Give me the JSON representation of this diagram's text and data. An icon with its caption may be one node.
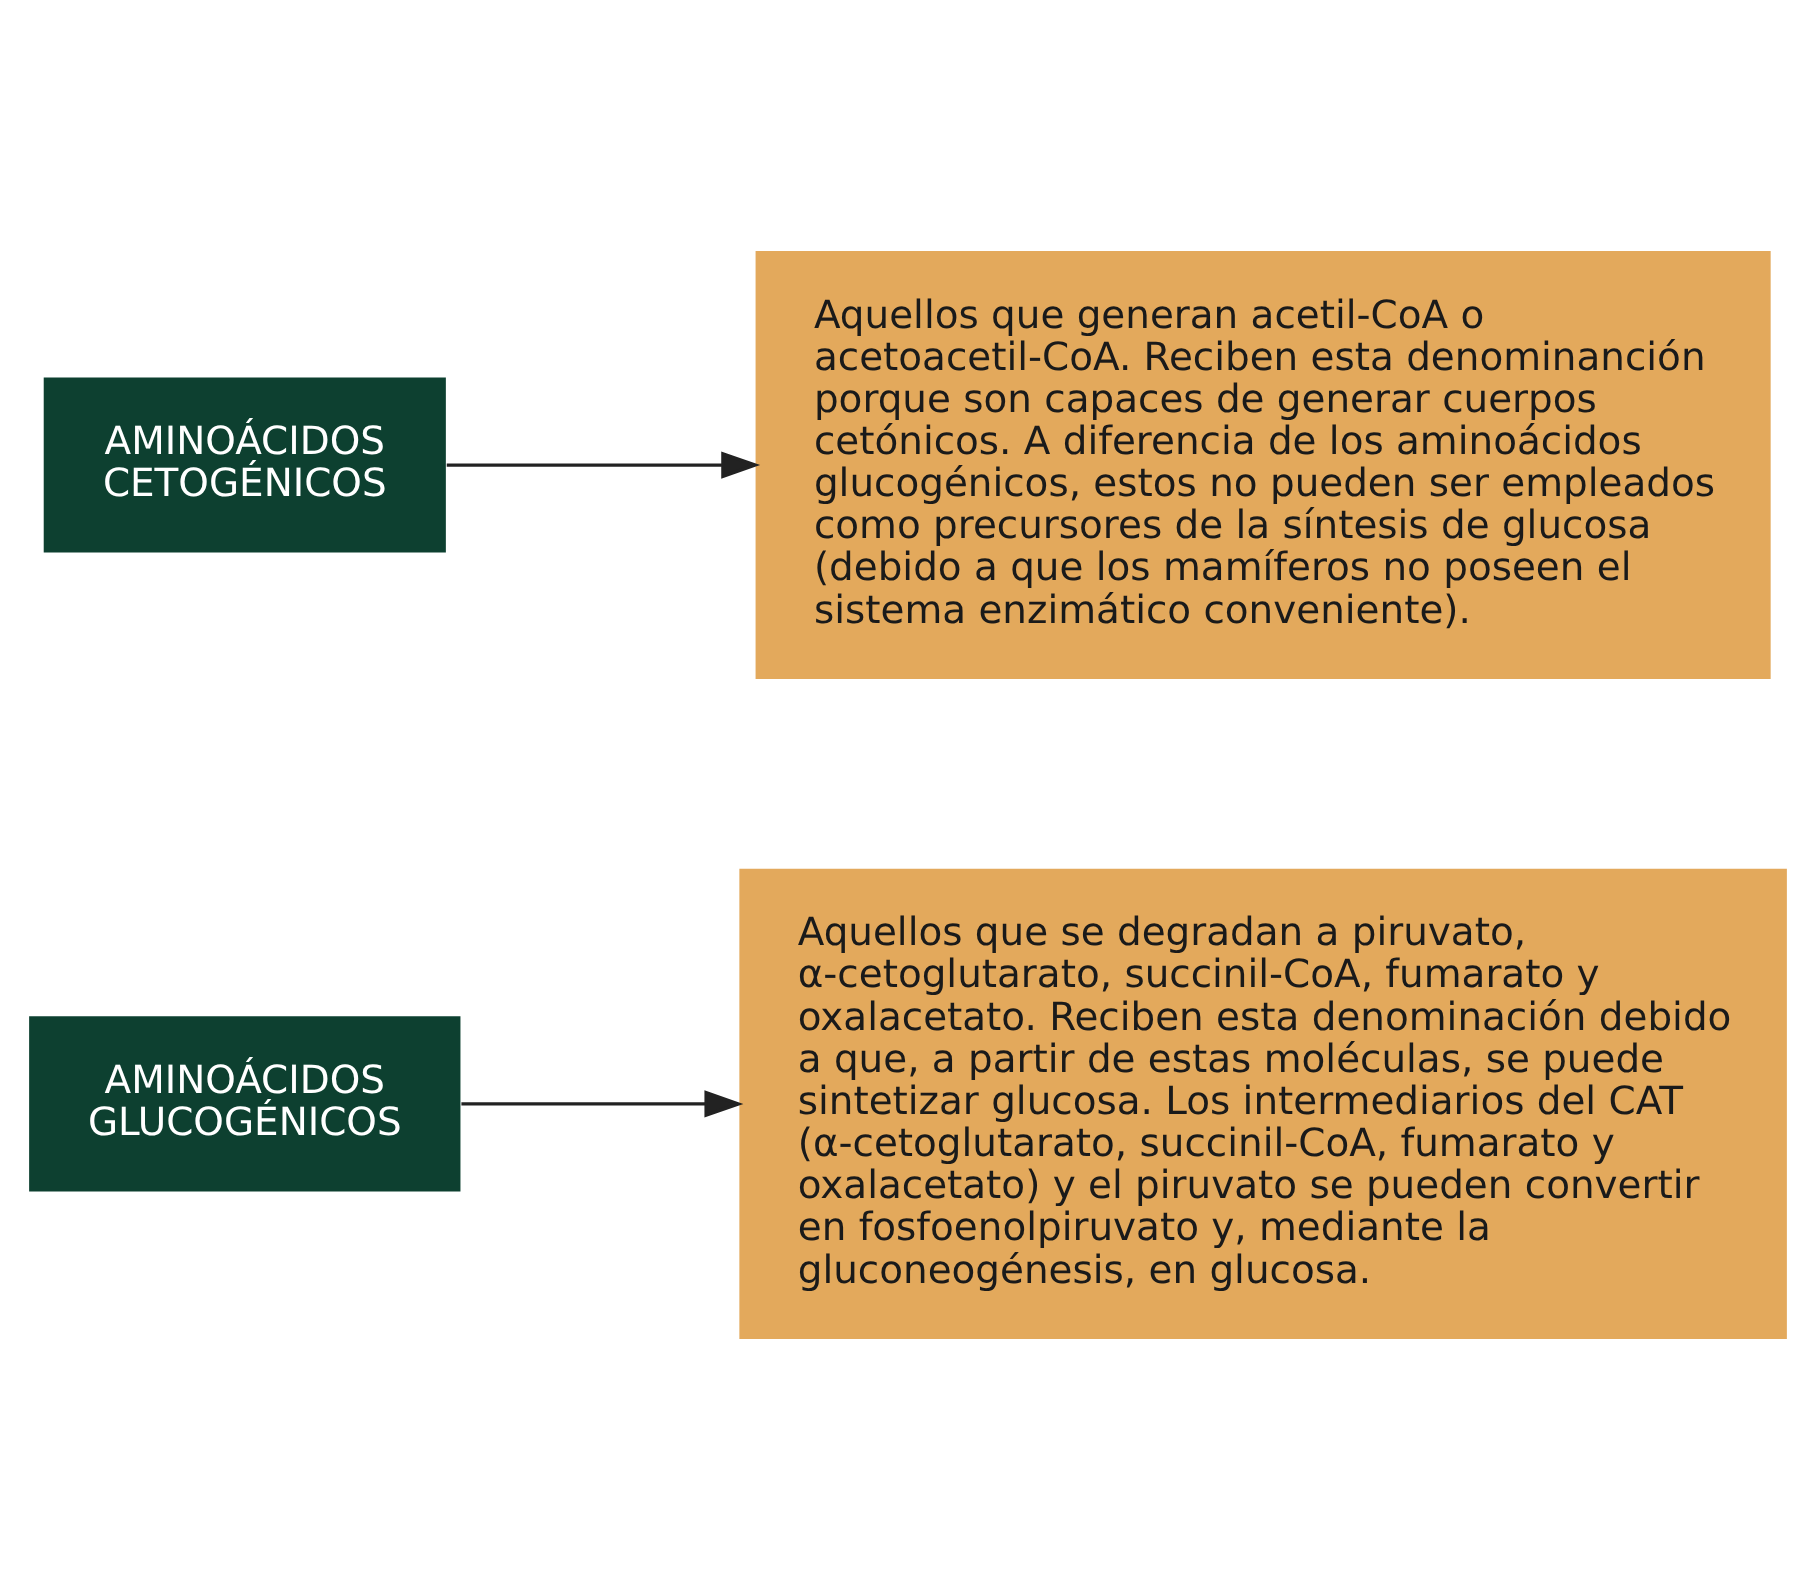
{
  "diagram": {
    "nodes": [
      {
        "text": [
          "AMINOÁCIDOS GLUCOGÉNICOS"
        ]
      },
      {
        "text": [
          "Aquellos que se degradan a piruvato, α-cetoglutarato, succinil-CoA, fumarato y oxalacetato. Reciben esta denominación debido a que, a partir de estas moléculas, se puede sintetizar glucosa. Los intermediarios del CAT (α-cetoglutarato, succinil-CoA, fumarato y oxalacetato) y el piruvato se pueden convertir en fosfoenolpiruvato y, mediante la gluconeogénesis, en glucosa."
        ]
      },
      {
        "text": [
          "AMINOÁCIDOS CETOGÉNICOS"
        ]
      },
      {
        "text": [
          "Aquellos que generan acetil-CoA o acetoacetil-CoA. Reciben esta denominanción porque son capaces de generar cuerpos cetónicos. A diferencia de los aminoácidos glucogénicos, estos no pueden ser empleados como precursores de la síntesis de glucosa (debido a que los mamíferos no poseen el sistema enzimático conveniente)."
        ]
      }
    ],
    "edges": [
      {
        "from": 0,
        "to": 1,
        "arrow": "to"
      },
      {
        "from": 2,
        "to": 3,
        "arrow": "to"
      }
    ]
  }
}
